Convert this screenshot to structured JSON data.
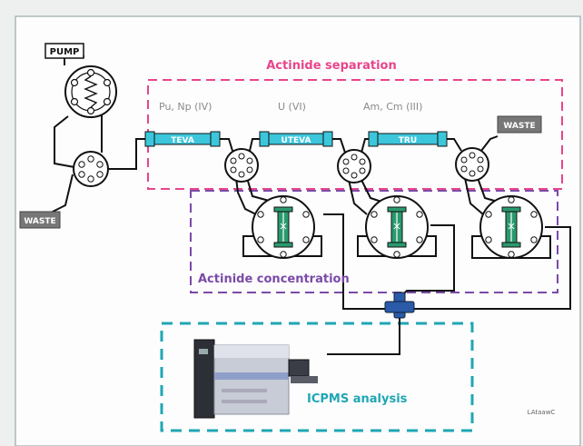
{
  "labels": {
    "pump": "PUMP",
    "waste_left": "WASTE",
    "waste_right": "WASTE",
    "section_separation": "Actinide separation",
    "section_concentration": "Actinide concentration",
    "section_analysis": "ICPMS analysis",
    "oxidation_pu_np": "Pu, Np (IV)",
    "oxidation_u": "U (VI)",
    "oxidation_am_cm": "Am, Cm (III)",
    "column_teva": "TEVA",
    "column_uteva": "UTEVA",
    "column_tru": "TRU",
    "credit": "LAtaawC"
  },
  "colors": {
    "separation_box": "#e8458b",
    "concentration_box": "#7a4aa8",
    "analysis_box": "#1fa6b4",
    "column_fill": "#3cc6dc",
    "resin_fill": "#2a9a6e",
    "tee_fill": "#2a5aa8",
    "line": "#111111",
    "label_box": "#777777"
  }
}
